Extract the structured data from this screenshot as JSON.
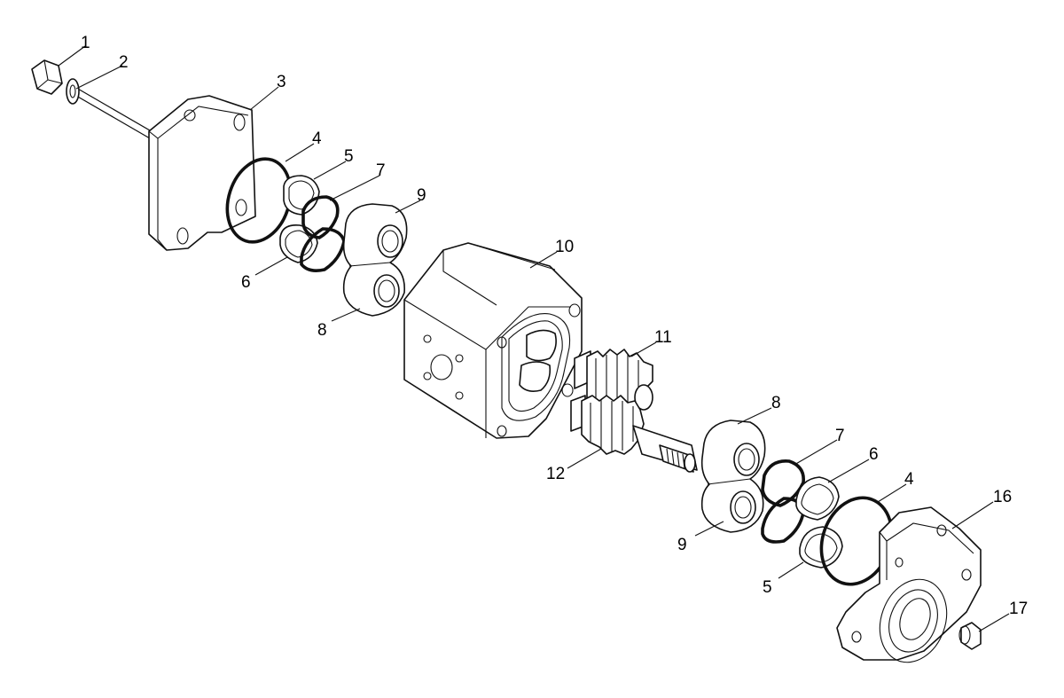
{
  "callouts": [
    {
      "id": "c1",
      "text": "1"
    },
    {
      "id": "c2",
      "text": "2"
    },
    {
      "id": "c3",
      "text": "3"
    },
    {
      "id": "c4a",
      "text": "4"
    },
    {
      "id": "c5a",
      "text": "5"
    },
    {
      "id": "c7a",
      "text": "7"
    },
    {
      "id": "c9a",
      "text": "9"
    },
    {
      "id": "c6a",
      "text": "6"
    },
    {
      "id": "c8a",
      "text": "8"
    },
    {
      "id": "c10",
      "text": "10"
    },
    {
      "id": "c11",
      "text": "11"
    },
    {
      "id": "c12",
      "text": "12"
    },
    {
      "id": "c8b",
      "text": "8"
    },
    {
      "id": "c7b",
      "text": "7"
    },
    {
      "id": "c6b",
      "text": "6"
    },
    {
      "id": "c4b",
      "text": "4"
    },
    {
      "id": "c16",
      "text": "16"
    },
    {
      "id": "c9b",
      "text": "9"
    },
    {
      "id": "c5b",
      "text": "5"
    },
    {
      "id": "c17",
      "text": "17"
    }
  ]
}
